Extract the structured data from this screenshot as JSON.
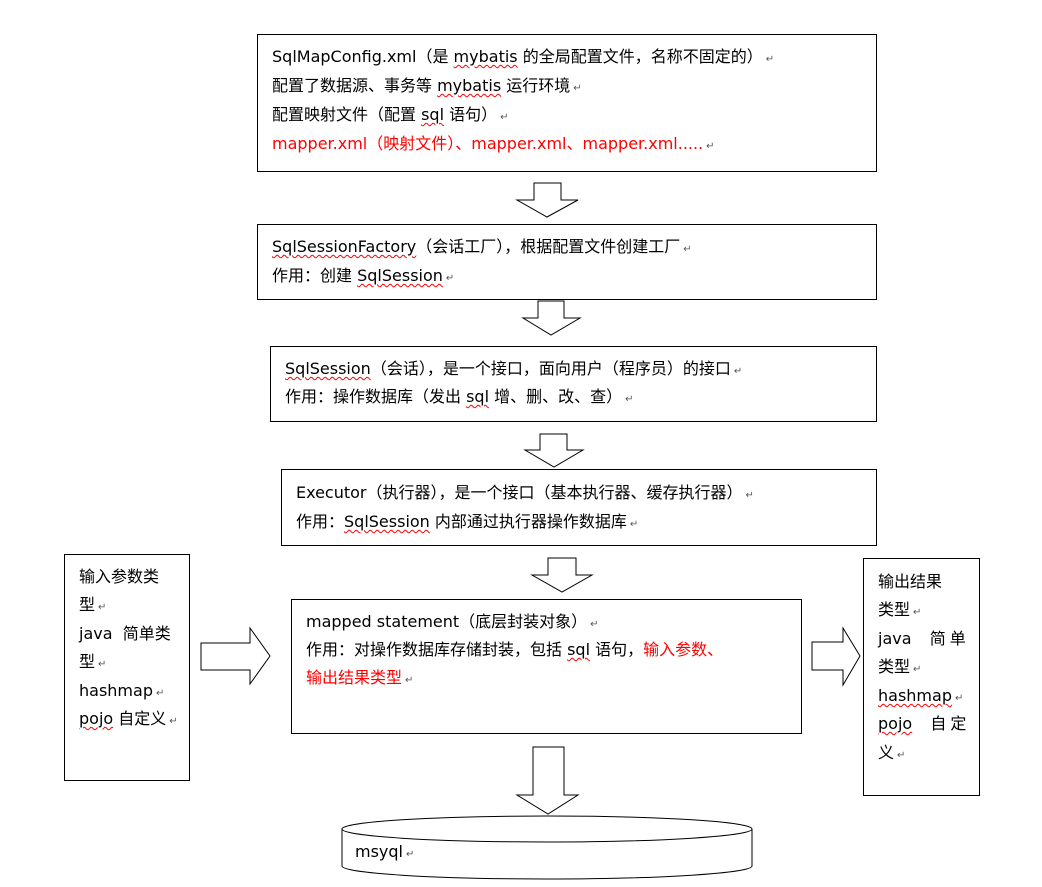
{
  "box1": {
    "line1_a": "SqlMapConfig.xml（是 ",
    "line1_b": "mybatis",
    "line1_c": " 的全局配置文件，名称不固定的）",
    "line2_a": "配置了数据源、事务等 ",
    "line2_b": "mybatis",
    "line2_c": " 运行环境",
    "line3_a": "配置映射文件（配置 ",
    "line3_b": "sql",
    "line3_c": " 语句）",
    "line4": "mapper.xml（映射文件）、mapper.xml、mapper.xml....."
  },
  "box2": {
    "line1_a": "SqlSessionFactory",
    "line1_b": "（会话工厂），根据配置文件创建工厂",
    "line2_a": "作用：创建 ",
    "line2_b": "SqlSession"
  },
  "box3": {
    "line1_a": "SqlSession",
    "line1_b": "（会话），是一个接口，面向用户（程序员）的接口",
    "line2_a": "作用：操作数据库（发出 ",
    "line2_b": "sql",
    "line2_c": " 增、删、改、查）"
  },
  "box4": {
    "line1": "Executor（执行器），是一个接口（基本执行器、缓存执行器）",
    "line2_a": "作用：",
    "line2_b": "SqlSession",
    "line2_c": " 内部通过执行器操作数据库"
  },
  "box5": {
    "line1": "mapped statement（底层封装对象）",
    "line2_a": "作用：对操作数据库存储封装，包括 ",
    "line2_b": "sql",
    "line2_c": " 语句，",
    "line2_d": "输入参数、",
    "line3": "输出结果类型"
  },
  "left_box": {
    "line1": "输入参数类",
    "line2": "型",
    "line3": "java  简单类",
    "line4": "型",
    "line5": "hashmap",
    "line6_a": "pojo",
    "line6_b": " 自定义"
  },
  "right_box": {
    "line1": "输出结果",
    "line2": "类型",
    "line3_a": "java",
    "line3_b": "  简单",
    "line4": "类型",
    "line5": "hashmap",
    "line6_a": "pojo",
    "line6_b": "  自定",
    "line7": "义"
  },
  "database": {
    "label": "msyql"
  },
  "paragraph_mark": "↵"
}
